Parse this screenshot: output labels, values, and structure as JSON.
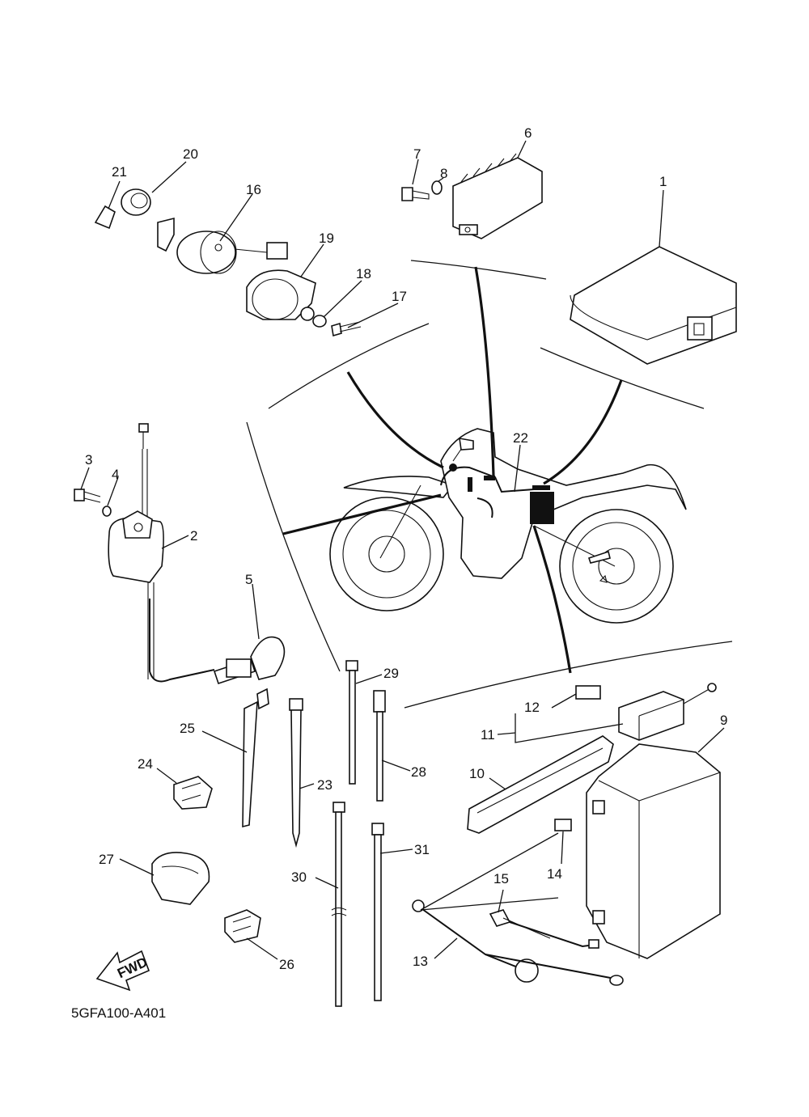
{
  "diagram": {
    "part_code": "5GFA100-A401",
    "fwd_label": "FWD",
    "callouts": [
      "1",
      "2",
      "3",
      "4",
      "5",
      "6",
      "7",
      "8",
      "9",
      "10",
      "11",
      "12",
      "13",
      "14",
      "15",
      "16",
      "17",
      "18",
      "19",
      "20",
      "21",
      "22",
      "23",
      "24",
      "25",
      "26",
      "27",
      "28",
      "29",
      "30",
      "31"
    ]
  }
}
